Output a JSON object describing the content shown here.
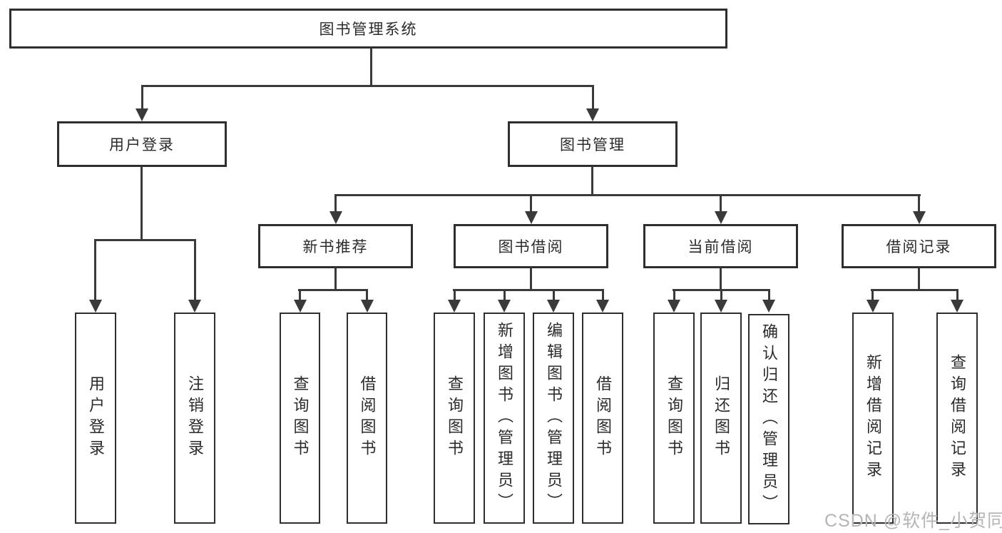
{
  "diagram": {
    "root": {
      "label": "图书管理系统"
    },
    "level2": [
      {
        "label": "用户登录"
      },
      {
        "label": "图书管理"
      }
    ],
    "level3": [
      {
        "label": "新书推荐"
      },
      {
        "label": "图书借阅"
      },
      {
        "label": "当前借阅"
      },
      {
        "label": "借阅记录"
      }
    ],
    "leaves": [
      "用户登录",
      "注销登录",
      "查询图书",
      "借阅图书",
      "查询图书",
      "新增图书（管理员）",
      "编辑图书（管理员）",
      "借阅图书",
      "查询图书",
      "归还图书",
      "确认归还（管理员）",
      "新增借阅记录",
      "查询借阅记录"
    ],
    "watermark": "CSDN @软件_小贺同学",
    "colors": {
      "line": "#3a3a3a",
      "box_border": "#2e2e2e",
      "text": "#2b2b2b",
      "watermark": "#b5b5b5",
      "background": "#ffffff"
    }
  }
}
